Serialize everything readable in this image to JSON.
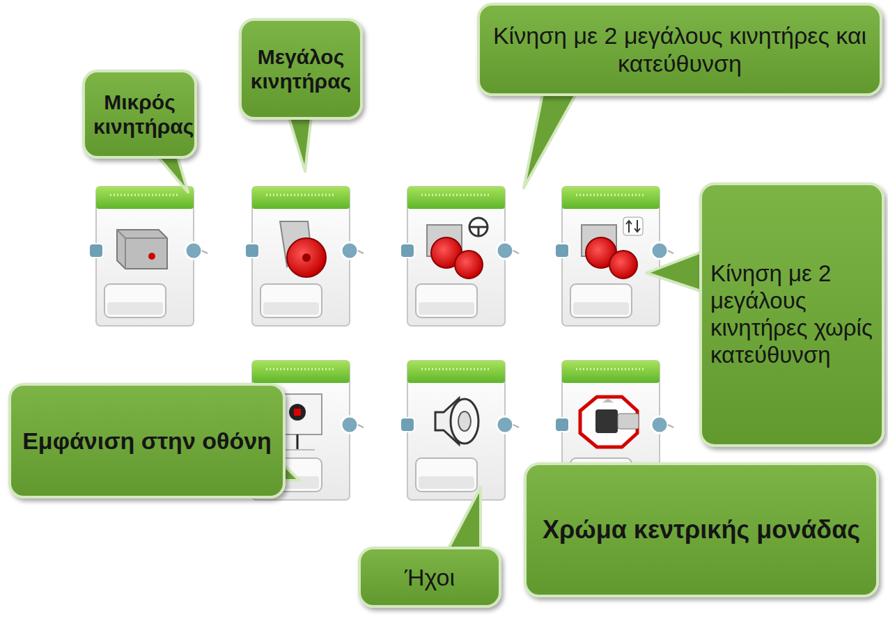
{
  "diagram": {
    "nodes": [
      {
        "text": [
          "Μικρός κινητήρας"
        ]
      },
      {
        "text": [
          "Μεγάλος κινητήρας"
        ]
      },
      {
        "text": [
          "Κίνηση με 2 μεγάλους κινητήρες και κατεύθυνση"
        ]
      },
      {
        "text": [
          "Κίνηση με 2 μεγάλους κινητήρες χωρίς κατεύθυνση"
        ]
      },
      {
        "text": [
          "Εμφάνιση στην οθόνη"
        ]
      },
      {
        "text": [
          "Ήχοι"
        ]
      },
      {
        "text": [
          "Χρώμα κεντρικής μονάδας"
        ]
      }
    ]
  }
}
